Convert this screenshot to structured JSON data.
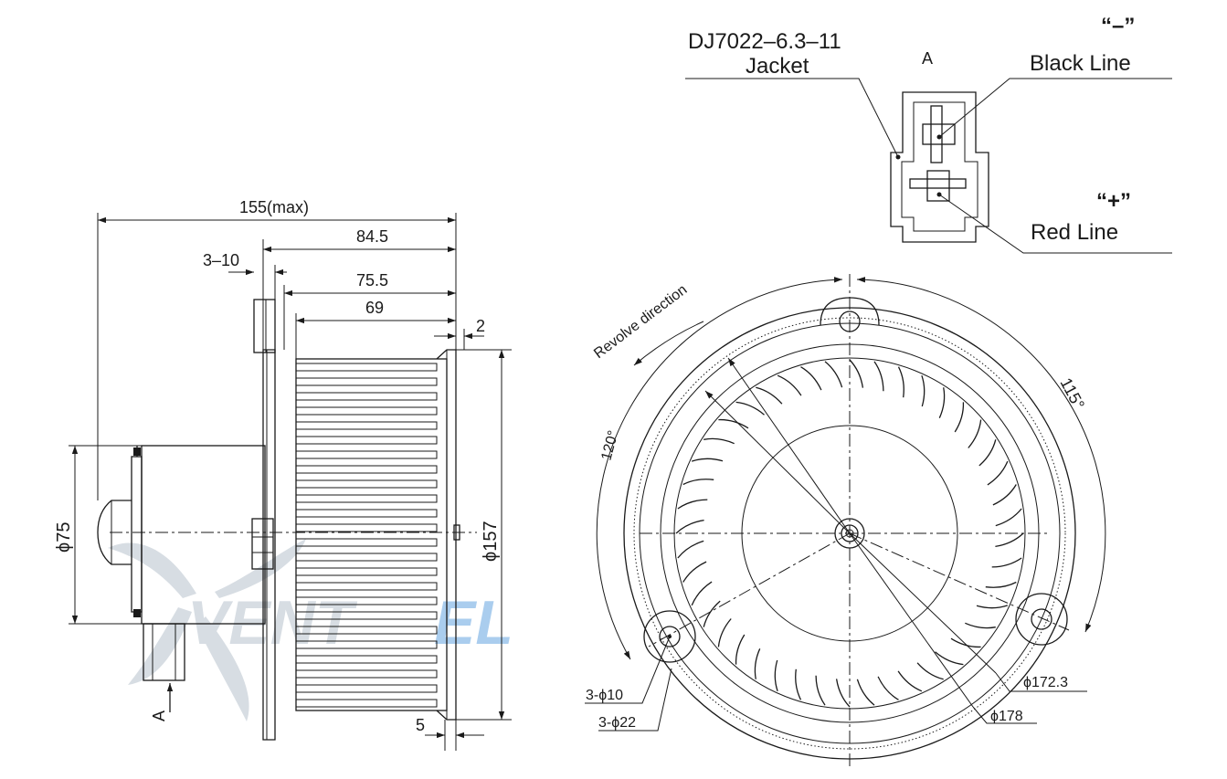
{
  "side_view": {
    "dim_overall": "155(max)",
    "dim_84_5": "84.5",
    "dim_75_5": "75.5",
    "dim_69": "69",
    "dim_3_10": "3–10",
    "dim_2": "2",
    "dim_5": "5",
    "dim_motor_dia": "ϕ75",
    "dim_wheel_dia": "ϕ157",
    "view_marker": "A"
  },
  "connector_view": {
    "part_no": "DJ7022–6.3–11",
    "jacket": "Jacket",
    "view_title": "A",
    "minus_sign": "“–”",
    "black_line": "Black Line",
    "plus_sign": "“+”",
    "red_line": "Red Line"
  },
  "front_view": {
    "revolve": "Revolve direction",
    "angle_120": "120°",
    "angle_115": "115°",
    "hole_small": "3-ϕ10",
    "hole_boss": "3-ϕ22",
    "dia_172": "ϕ172.3",
    "dia_178": "ϕ178"
  },
  "watermark": {
    "brand_gray": "VENT",
    "brand_blue": "EL"
  }
}
